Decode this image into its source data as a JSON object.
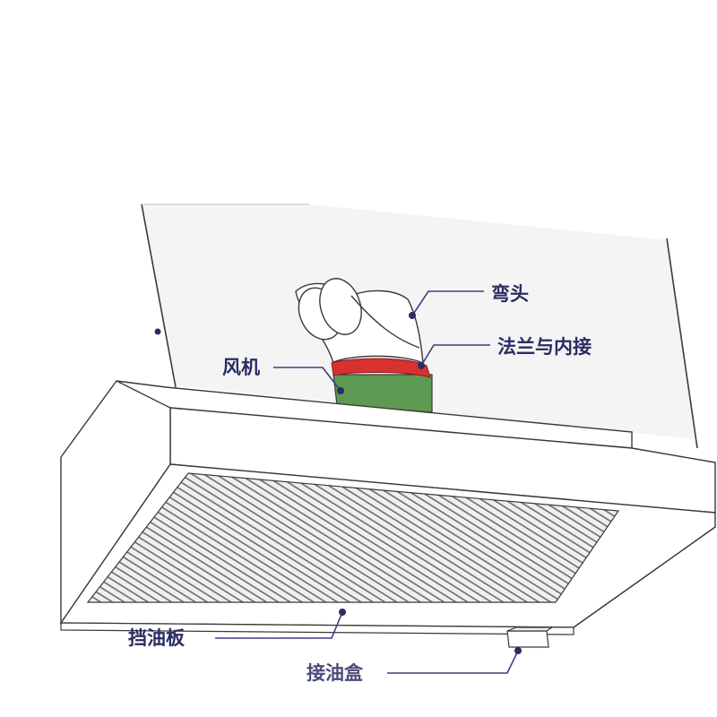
{
  "labels": {
    "elbow": "弯头",
    "flange_inner_joint": "法兰与内接",
    "fan": "风机",
    "baffle_plate": "挡油板",
    "oil_cup": "接油盒"
  },
  "colors": {
    "outline": "#3a3a3a",
    "wall": "#f4f4f4",
    "label": "#2a2c63",
    "leader": "#3c3e7e",
    "fan_body": "#5f9a53",
    "flange": "#d8322f",
    "filter_stripe": "#6c6c6c"
  }
}
